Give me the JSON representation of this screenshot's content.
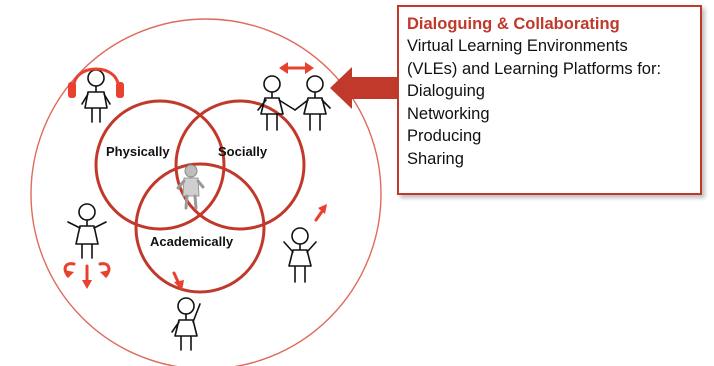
{
  "info_box": {
    "title": "Dialoguing & Collaborating",
    "lines": [
      "Virtual Learning Environments",
      "(VLEs) and Learning Platforms for:",
      "Dialoguing",
      "Networking",
      "Producing",
      "Sharing"
    ]
  },
  "venn": {
    "physically": "Physically",
    "socially": "Socially",
    "academically": "Academically"
  },
  "colors": {
    "accent": "#e8412e",
    "circle_stroke": "#c0392b",
    "box_border": "#c0392b",
    "title": "#c0392b"
  },
  "icons": [
    "headphones-icon",
    "double-arrow-icon",
    "pointer-arrow-icon",
    "curved-arrows-icon",
    "down-arrow-icon"
  ]
}
